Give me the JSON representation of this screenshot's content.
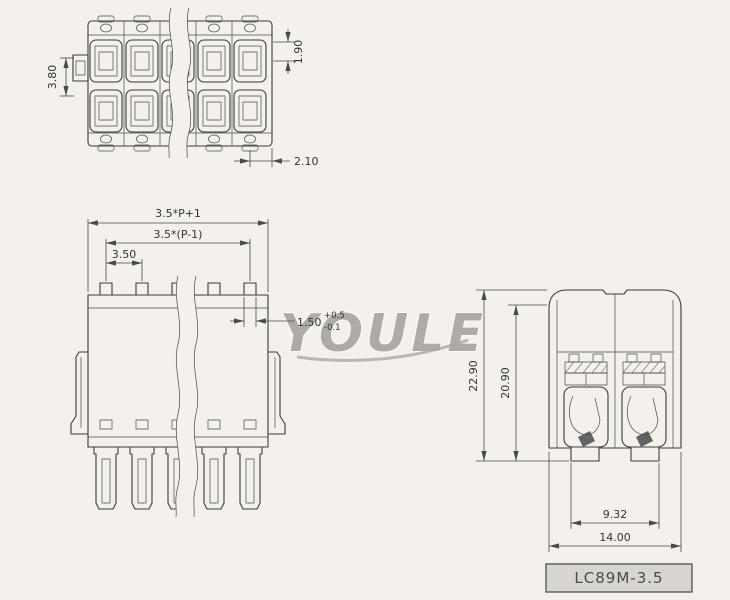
{
  "title_block": {
    "model": "LC89M-3.5"
  },
  "watermark": {
    "text": "YOULE"
  },
  "top_view": {
    "dim_row_pitch": "3.80",
    "dim_contact_height": "1.90",
    "dim_end_offset": "2.10"
  },
  "front_view": {
    "dim_total_width": "3.5*P+1",
    "dim_span": "3.5*(P-1)",
    "dim_pitch": "3.50",
    "dim_pin_width": "1.50",
    "dim_pin_tol_plus": "+0.5",
    "dim_pin_tol_minus": "-0.1"
  },
  "side_view": {
    "dim_height_total": "22.90",
    "dim_height_body": "20.90",
    "dim_feet_span": "9.32",
    "dim_width_total": "14.00"
  }
}
